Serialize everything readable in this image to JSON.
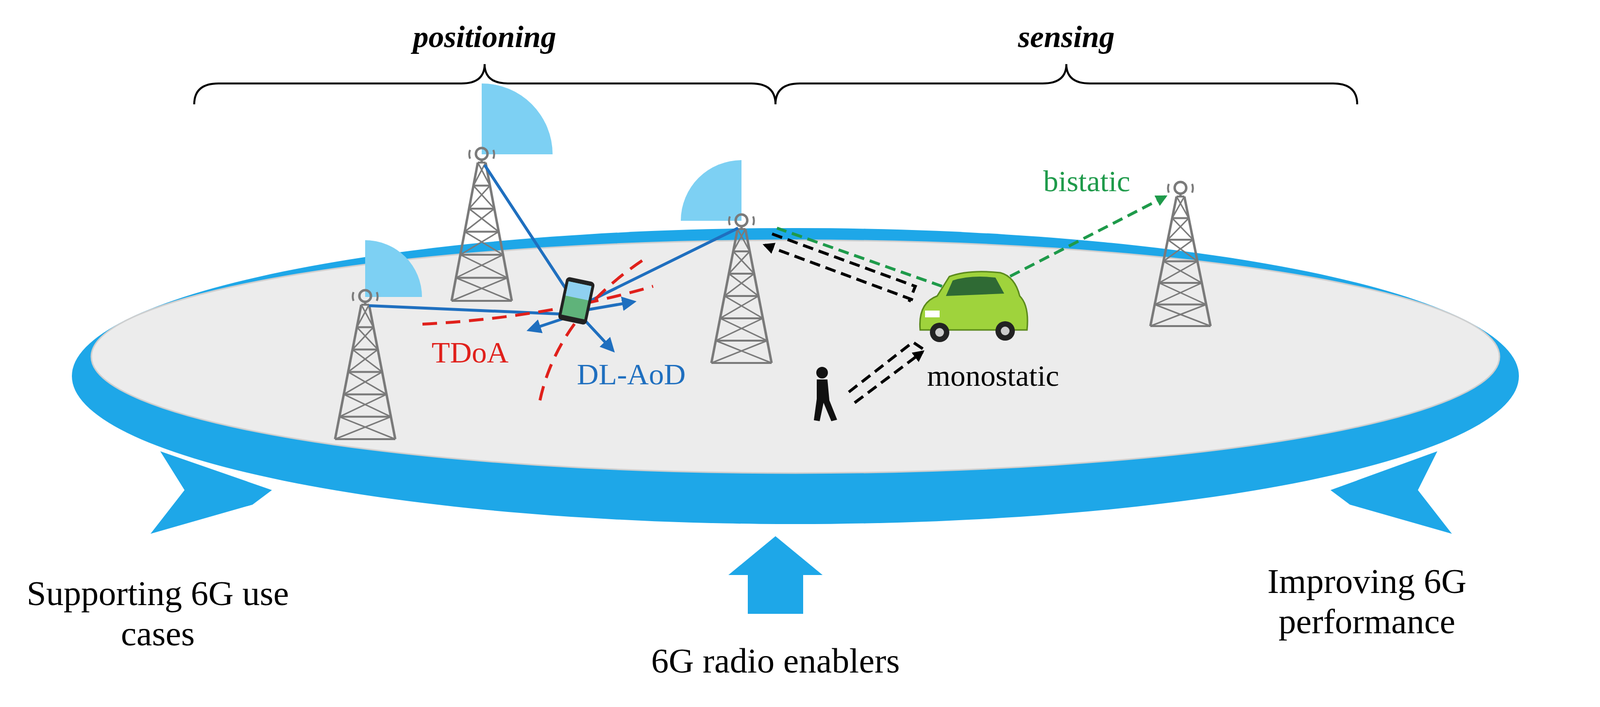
{
  "diagram": {
    "labels": [
      "positioning",
      "sensing",
      "TDoA",
      "DL-AoD",
      "bistatic",
      "monostatic",
      "Supporting 6G use cases",
      "6G radio enablers",
      "Improving 6G performance"
    ]
  }
}
